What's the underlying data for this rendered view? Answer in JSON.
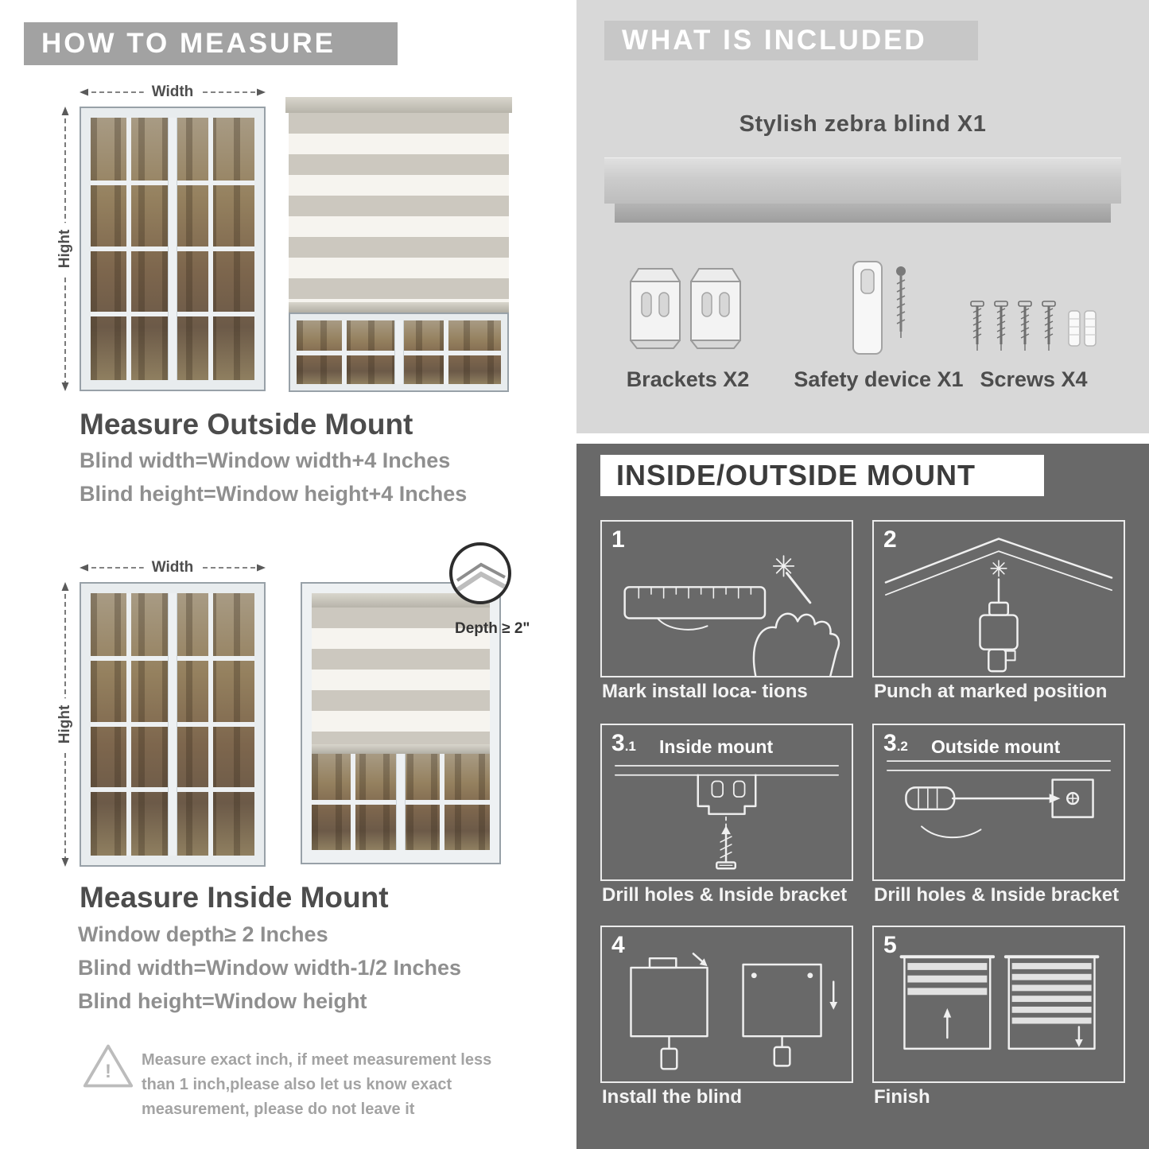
{
  "left": {
    "header": "HOW TO MEASURE",
    "outside": {
      "width_label": "Width",
      "height_label": "Hight",
      "title": "Measure Outside Mount",
      "line1": "Blind width=Window width+4 Inches",
      "line2": "Blind height=Window height+4 Inches"
    },
    "inside": {
      "width_label": "Width",
      "height_label": "Hight",
      "depth_label": "Depth ≥ 2\"",
      "title": "Measure Inside Mount",
      "line1": "Window depth≥ 2 Inches",
      "line2": "Blind width=Window width-1/2 Inches",
      "line3": "Blind height=Window height"
    },
    "warning": {
      "mark": "!",
      "text": "Measure exact inch, if meet measurement less than 1 inch,please also let us know exact measurement, please do not leave it"
    }
  },
  "right": {
    "included": {
      "header": "WHAT IS INCLUDED",
      "product": "Stylish zebra blind X1",
      "items": [
        {
          "label": "Brackets X2"
        },
        {
          "label": "Safety device X1"
        },
        {
          "label": "Screws X4"
        }
      ]
    },
    "mount": {
      "header": "INSIDE/OUTSIDE MOUNT",
      "steps": [
        {
          "num": "1",
          "caption": "Mark install loca- tions"
        },
        {
          "num": "2",
          "caption": "Punch at  marked position"
        },
        {
          "num": "3",
          "sub": ".1",
          "label": "Inside mount",
          "caption": "Drill holes &  Inside bracket"
        },
        {
          "num": "3",
          "sub": ".2",
          "label": "Outside mount",
          "caption": "Drill holes &  Inside bracket"
        },
        {
          "num": "4",
          "caption": "Install the blind"
        },
        {
          "num": "5",
          "caption": "Finish"
        }
      ]
    }
  }
}
